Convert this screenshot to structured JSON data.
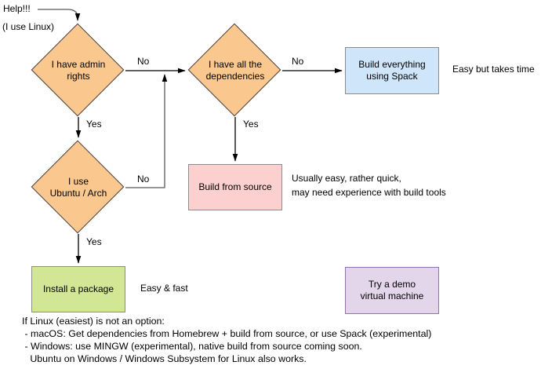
{
  "annotations": {
    "help": "Help!!!",
    "linux_note": "(I use Linux)",
    "spack_note": "Easy but takes time",
    "source_note": "Usually easy, rather quick,\nmay need experience with build tools",
    "package_note": "Easy & fast"
  },
  "nodes": {
    "admin": {
      "label": "I have admin\nrights"
    },
    "deps": {
      "label": "I have all the\ndependencies"
    },
    "ubuntu": {
      "label": "I use\nUbuntu / Arch"
    },
    "spack": {
      "label": "Build everything\nusing Spack"
    },
    "source": {
      "label": "Build from source"
    },
    "package": {
      "label": "Install a package"
    },
    "vm": {
      "label": "Try a demo\nvirtual machine"
    }
  },
  "edge_labels": {
    "admin_no": "No",
    "admin_yes": "Yes",
    "deps_no": "No",
    "deps_yes": "Yes",
    "ubuntu_no": "No",
    "ubuntu_yes": "Yes"
  },
  "footer": {
    "lines": [
      "If Linux (easiest) is not an option:",
      " - macOS: Get dependencies from Homebrew + build from source, or use Spack (experimental)",
      " - Windows: use MINGW (experimental), native build from source coming soon.",
      "   Ubuntu on Windows / Windows Subsystem for Linux also works."
    ]
  },
  "colors": {
    "diamond_fill": "#fac88f",
    "diamond_border": "#3f3f3f",
    "spack_fill": "#cfe5fa",
    "source_fill": "#fdd0d0",
    "package_fill": "#d2e795",
    "vm_fill": "#e3d6ea",
    "vm_border": "#9673a6",
    "box_border": "#8c8c8c",
    "edge_stroke": "#000000",
    "soft_edge_stroke": "#595959"
  }
}
